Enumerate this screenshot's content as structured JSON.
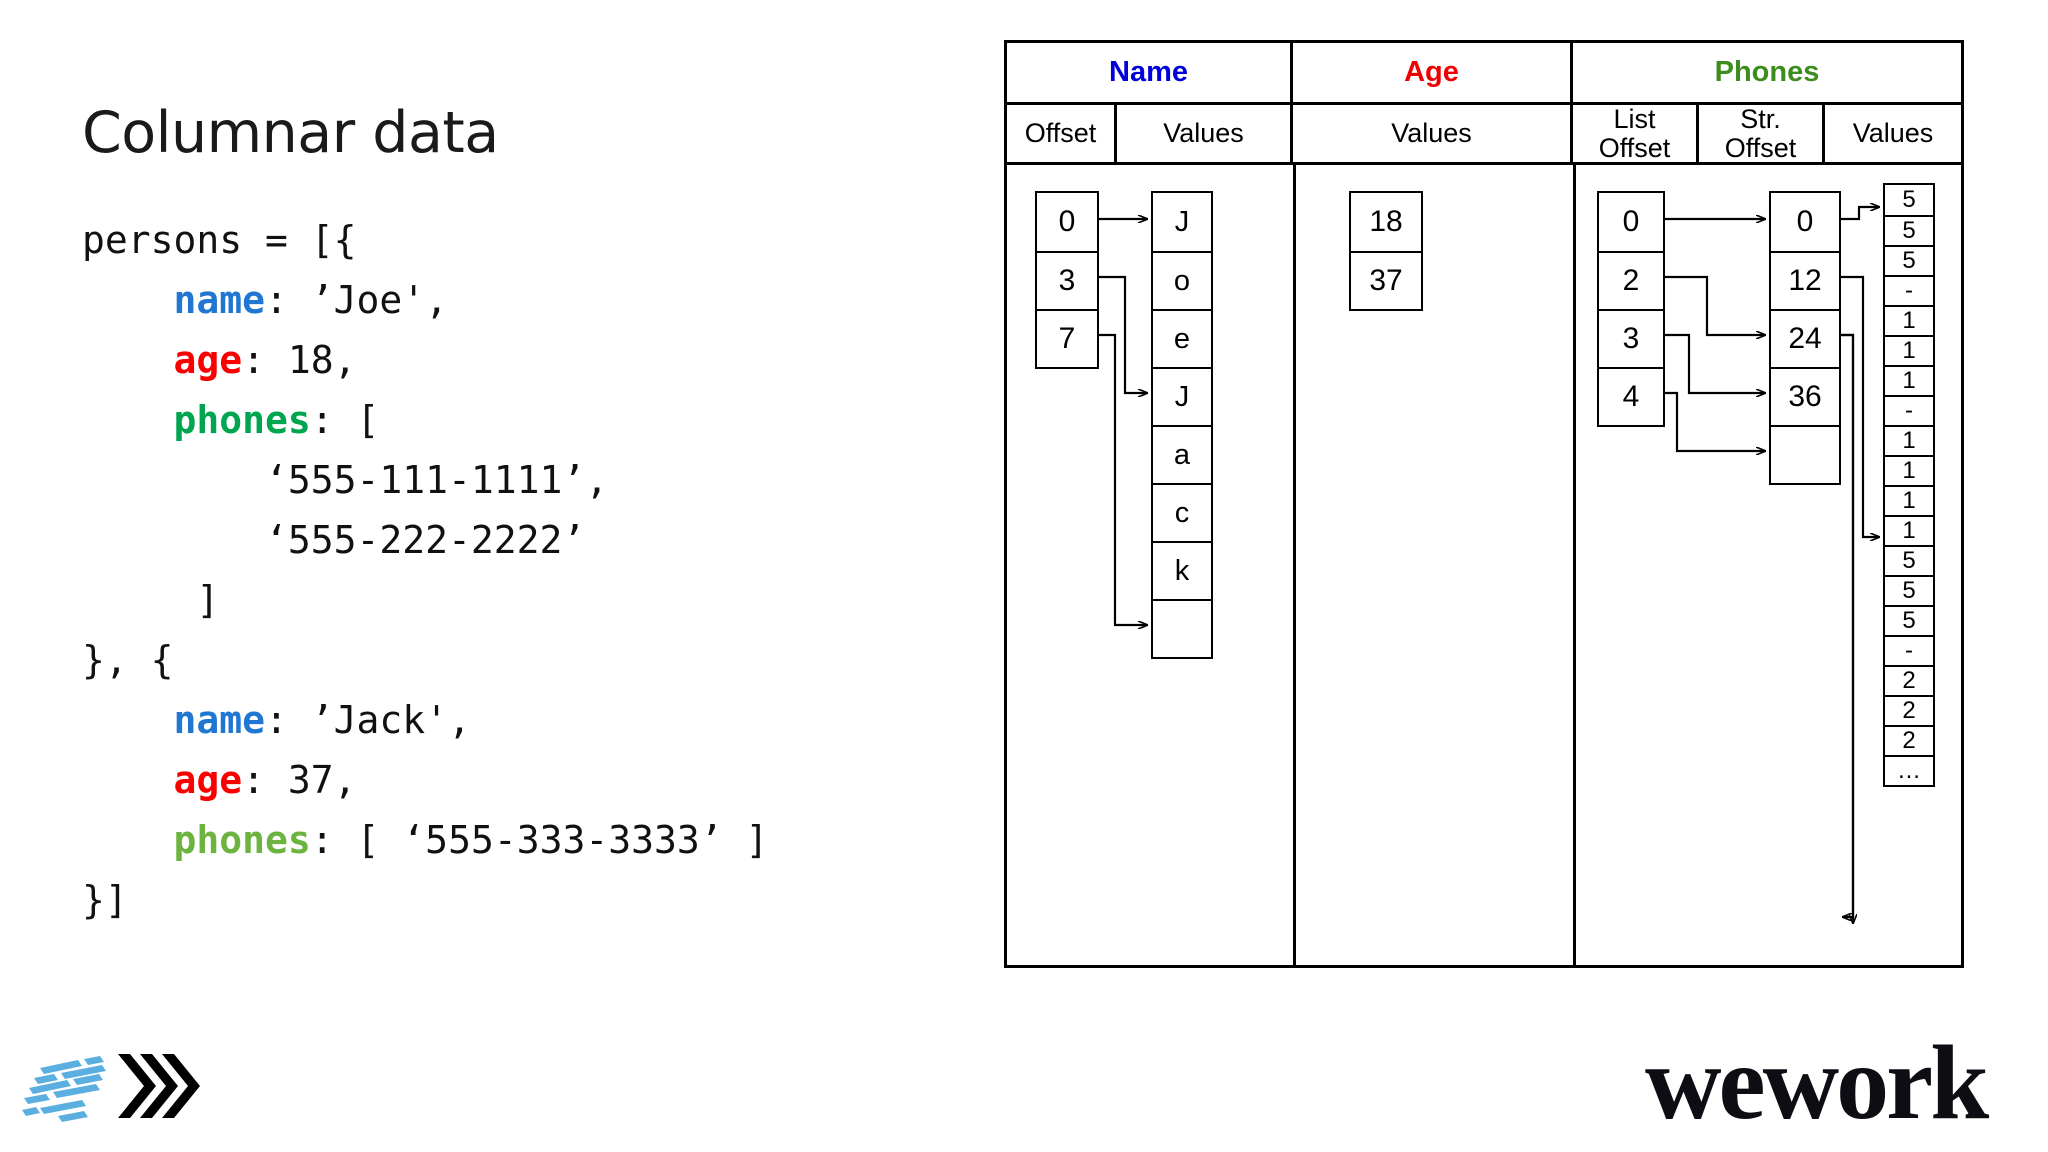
{
  "slide": {
    "title": "Columnar data"
  },
  "code": {
    "lines": [
      [
        {
          "t": "persons = [{",
          "c": "plain"
        }
      ],
      [
        {
          "t": "    ",
          "c": "plain"
        },
        {
          "t": "name",
          "c": "name"
        },
        {
          "t": ": ’Joe',",
          "c": "plain"
        }
      ],
      [
        {
          "t": "    ",
          "c": "plain"
        },
        {
          "t": "age",
          "c": "age"
        },
        {
          "t": ": 18,",
          "c": "plain"
        }
      ],
      [
        {
          "t": "    ",
          "c": "plain"
        },
        {
          "t": "phones",
          "c": "phones"
        },
        {
          "t": ": [",
          "c": "plain"
        }
      ],
      [
        {
          "t": "        ‘555-111-1111’,",
          "c": "plain"
        }
      ],
      [
        {
          "t": "        ‘555-222-2222’",
          "c": "plain"
        }
      ],
      [
        {
          "t": "     ]",
          "c": "plain"
        }
      ],
      [
        {
          "t": "}, {",
          "c": "plain"
        }
      ],
      [
        {
          "t": "    ",
          "c": "plain"
        },
        {
          "t": "name",
          "c": "name"
        },
        {
          "t": ": ’Jack',",
          "c": "plain"
        }
      ],
      [
        {
          "t": "    ",
          "c": "plain"
        },
        {
          "t": "age",
          "c": "age"
        },
        {
          "t": ": 37,",
          "c": "plain"
        }
      ],
      [
        {
          "t": "    ",
          "c": "plain"
        },
        {
          "t": "phones",
          "c": "phones2"
        },
        {
          "t": ": [ ‘555-333-3333’ ]",
          "c": "plain"
        }
      ],
      [
        {
          "t": "}]",
          "c": "plain"
        }
      ]
    ]
  },
  "colors": {
    "name": "#2176d2",
    "age": "#fa0000",
    "phones": "#00a550",
    "phones_alt": "#6cb33f",
    "header_name": "#0000dd",
    "header_age": "#ee0000",
    "header_phones": "#3d8c1e",
    "border": "#000000"
  },
  "table": {
    "top_headers": [
      {
        "label": "Name"
      },
      {
        "label": "Age"
      },
      {
        "label": "Phones"
      }
    ],
    "sub_headers": [
      {
        "label": "Offset"
      },
      {
        "label": "Values"
      },
      {
        "label": "Values"
      },
      {
        "label": "List\nOffset"
      },
      {
        "label": "Str.\nOffset"
      },
      {
        "label": "Values"
      }
    ],
    "name_offset": [
      "0",
      "3",
      "7"
    ],
    "name_values": [
      "J",
      "o",
      "e",
      "J",
      "a",
      "c",
      "k",
      ""
    ],
    "age_values": [
      "18",
      "37"
    ],
    "phones_list_offset": [
      "0",
      "2",
      "3",
      "4"
    ],
    "phones_str_offset": [
      "0",
      "12",
      "24",
      "36",
      ""
    ],
    "phones_values": [
      "5",
      "5",
      "5",
      "-",
      "1",
      "1",
      "1",
      "-",
      "1",
      "1",
      "1",
      "1",
      "5",
      "5",
      "5",
      "-",
      "2",
      "2",
      "2",
      "…"
    ]
  },
  "branding": {
    "wework": "wework",
    "parquet_icon": "parquet-logo-icon",
    "arrow_icon": "arrow-logo-icon"
  }
}
